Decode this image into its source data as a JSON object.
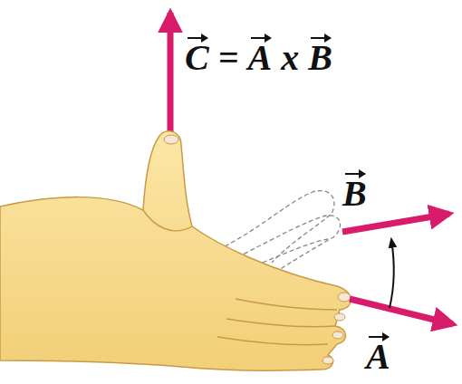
{
  "diagram": {
    "labels": [
      "C = A x B",
      "B",
      "A"
    ]
  }
}
